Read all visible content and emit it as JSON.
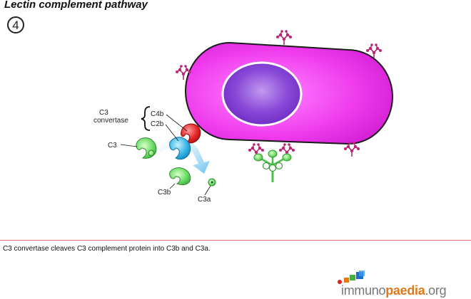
{
  "title": "Lectin complement pathway",
  "step_number": "4",
  "labels": {
    "c3_convertase_line1": "C3",
    "c3_convertase_line2": "convertase",
    "c4b": "C4b",
    "c2b": "C2b",
    "c3": "C3",
    "c3b": "C3b",
    "c3a": "C3a"
  },
  "caption": "C3 convertase cleaves C3 complement protein into C3b and C3a.",
  "logo": {
    "part1": "immuno",
    "part2": "paedia",
    "part3": ".org"
  },
  "colors": {
    "cell": "#ee2ee8",
    "nucleus": "#7a35cc",
    "c3": "#6fdc6a",
    "c4b": "#e82828",
    "c2b": "#2fb8e6",
    "arrow": "#8ad0ee",
    "sugar": "#c0257c",
    "divider": "#e06a6a",
    "logo_accent": "#e07818"
  }
}
